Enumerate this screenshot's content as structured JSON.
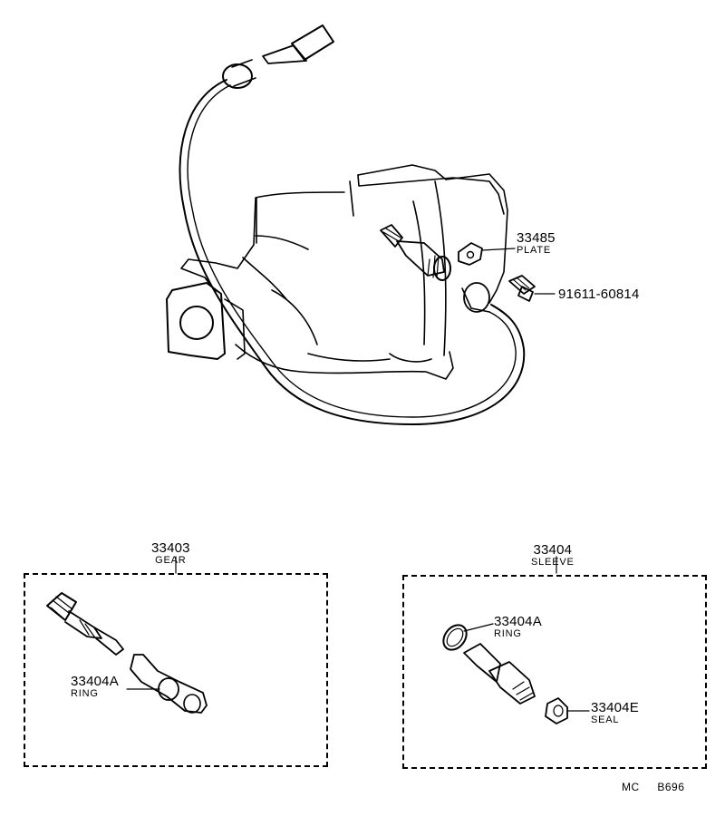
{
  "callouts": {
    "plate": {
      "number": "33485",
      "name": "PLATE"
    },
    "bolt": {
      "number": "91611-60814"
    },
    "gear": {
      "number": "33403",
      "name": "GEAR"
    },
    "gear_ring": {
      "number": "33404A",
      "name": "RING"
    },
    "sleeve": {
      "number": "33404",
      "name": "SLEEVE"
    },
    "sleeve_ring": {
      "number": "33404A",
      "name": "RING"
    },
    "seal": {
      "number": "33404E",
      "name": "SEAL"
    }
  },
  "diagram_code": {
    "prefix": "MC",
    "id": "B696"
  }
}
